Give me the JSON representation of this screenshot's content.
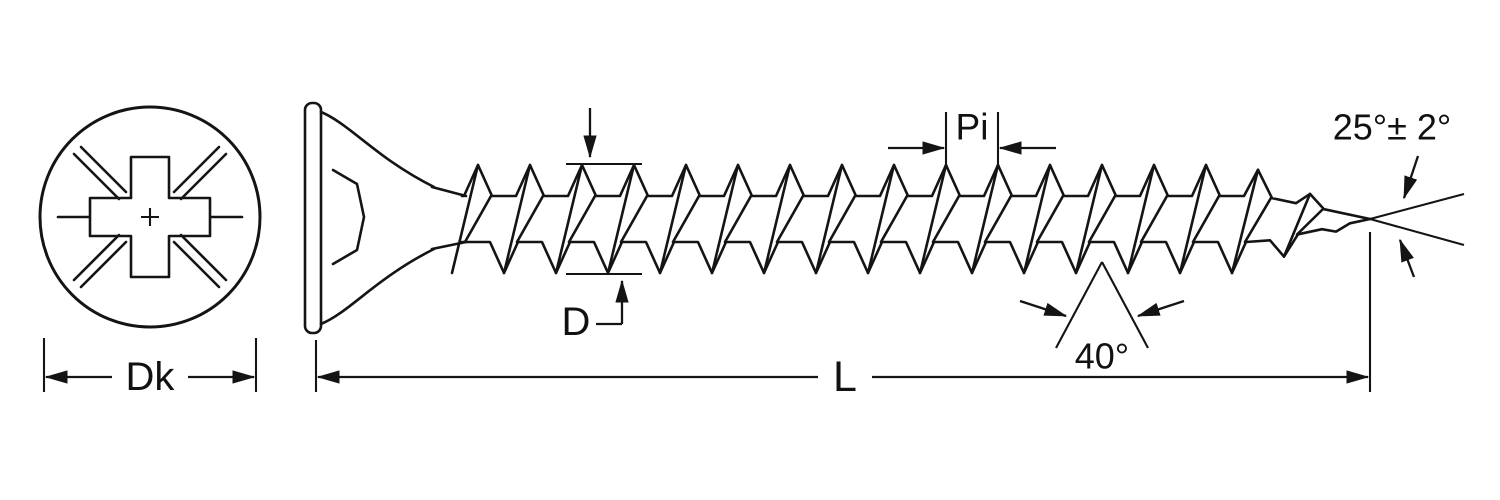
{
  "diagram": {
    "type": "technical-drawing",
    "subject": "countersunk drywall screw with dimension callouts",
    "colors": {
      "line": "#141414",
      "background": "#ffffff"
    },
    "dimensions": {
      "head_diameter": {
        "label": "Dk"
      },
      "thread_diameter": {
        "label": "D"
      },
      "pitch": {
        "label": "Pi"
      },
      "length": {
        "label": "L"
      },
      "thread_angle": {
        "label": "40°"
      },
      "tip_angle": {
        "label": "25°± 2°"
      }
    }
  }
}
